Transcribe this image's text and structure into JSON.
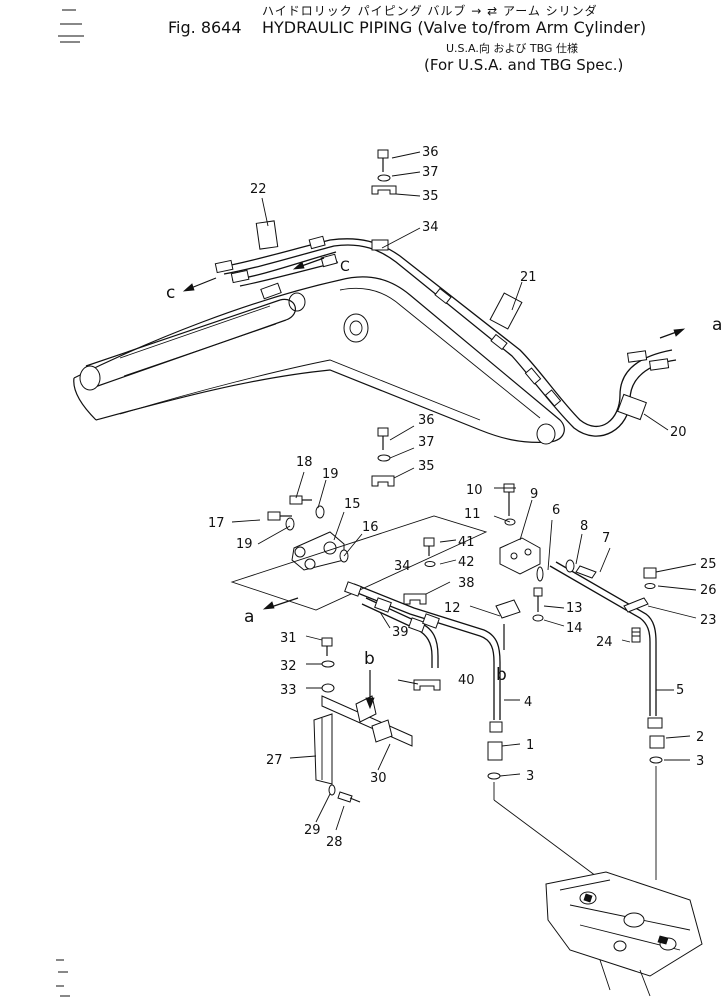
{
  "header": {
    "japanese_title": "ハイドロリック パイピング バルブ → ⇄ アーム シリンダ",
    "fig_number": "Fig. 8644",
    "title": "HYDRAULIC PIPING (Valve to/from Arm Cylinder)",
    "japanese_spec": "U.S.A.向 および TBG 仕様",
    "spec": "(For U.S.A. and TBG Spec.)"
  },
  "callouts": [
    "36",
    "37",
    "35",
    "34",
    "22",
    "21",
    "20",
    "c",
    "C",
    "a",
    "36",
    "37",
    "35",
    "18",
    "19",
    "17",
    "19",
    "15",
    "16",
    "10",
    "11",
    "9",
    "6",
    "8",
    "7",
    "41",
    "42",
    "38",
    "34",
    "a",
    "12",
    "13",
    "14",
    "25",
    "26",
    "23",
    "24",
    "5",
    "31",
    "32",
    "33",
    "b",
    "39",
    "40",
    "b",
    "4",
    "27",
    "30",
    "1",
    "3",
    "2",
    "3",
    "29",
    "28"
  ],
  "colors": {
    "ink": "#111111",
    "paper": "#ffffff"
  }
}
